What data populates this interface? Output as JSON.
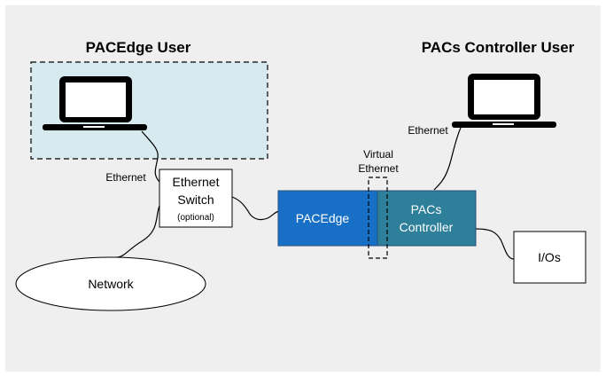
{
  "titles": {
    "pacedge_user": "PACEdge User",
    "pacs_controller_user": "PACs Controller User"
  },
  "labels": {
    "ethernet_left": "Ethernet",
    "ethernet_top": "Ethernet",
    "virtual_ethernet_line1": "Virtual",
    "virtual_ethernet_line2": "Ethernet"
  },
  "switch": {
    "line1": "Ethernet",
    "line2": "Switch",
    "line3": "(optional)"
  },
  "blocks": {
    "pacedge": "PACEdge",
    "pacs_controller_line1": "PACs",
    "pacs_controller_line2": "Controller",
    "ios": "I/Os"
  },
  "network": "Network",
  "colors": {
    "background": "#efefef",
    "user_area_fill": "#d6eaf0",
    "pacedge_fill": "#1870c6",
    "pacs_controller_fill": "#2e7f99",
    "line": "#000000"
  },
  "icons": {
    "pacedge_user": "laptop-icon",
    "pacs_controller_user": "laptop-icon"
  }
}
